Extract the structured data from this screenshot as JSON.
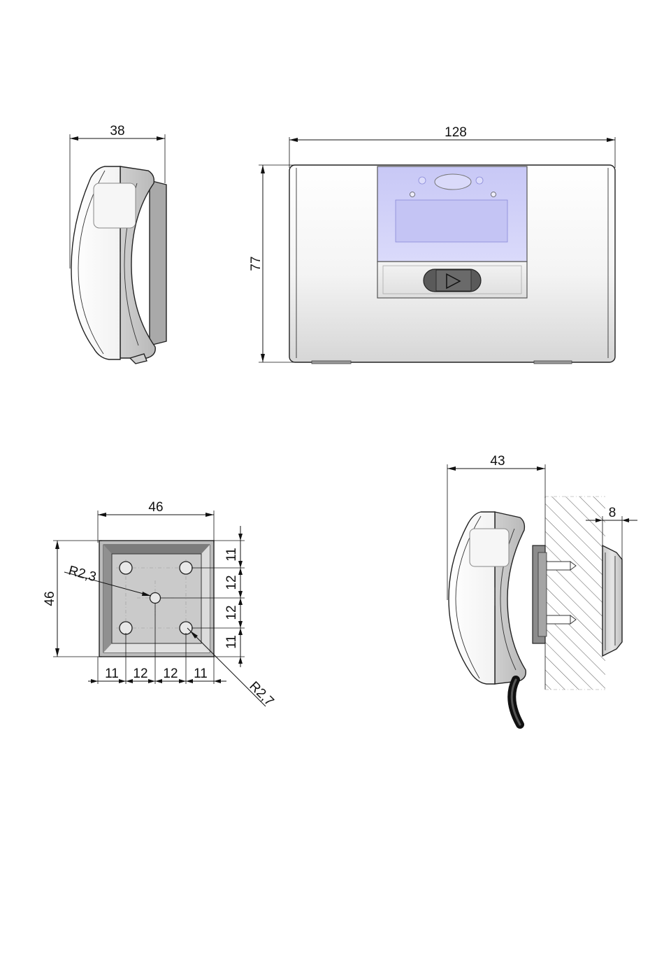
{
  "dimensions": {
    "side_view_depth": "38",
    "front_view_width": "128",
    "front_view_height": "77",
    "mount_plate_width": "46",
    "mount_plate_height": "46",
    "mount_radius_center": "R2,3",
    "mount_radius_corner": "R2,7",
    "mount_horizontal_spacing": [
      "11",
      "12",
      "12",
      "11"
    ],
    "mount_vertical_spacing": [
      "11",
      "12",
      "12",
      "11"
    ],
    "wall_mounted_depth": "43",
    "wall_gap": "8"
  },
  "colors": {
    "display_window": "#cfcff8",
    "display_inner": "#c4c4f4",
    "housing_light": "#f8f8f8",
    "housing_shadow": "#d2d2d2",
    "mount_plate": "#c8c8c8",
    "button_dark": "#555555"
  },
  "icons": {
    "front_button": "play-triangle"
  }
}
